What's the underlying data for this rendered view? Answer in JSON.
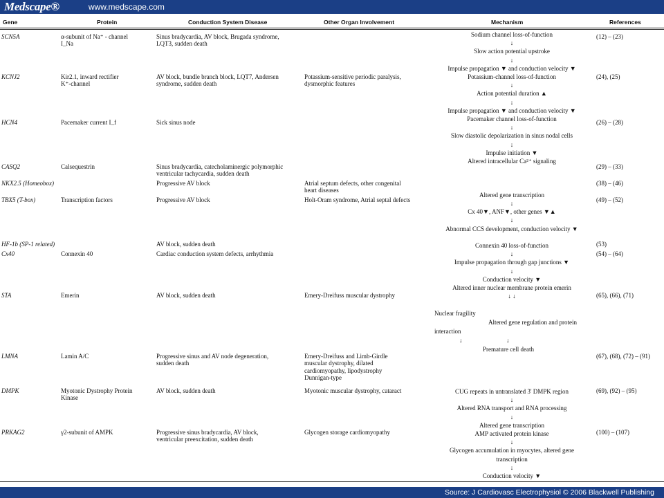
{
  "header": {
    "logo": "Medscape®",
    "url": "www.medscape.com"
  },
  "columns": [
    "Gene",
    "Protein",
    "Conduction System Disease",
    "Other Organ Involvement",
    "Mechanism",
    "References"
  ],
  "rows": [
    {
      "gene": "SCN5A",
      "protein": "α-subunit of Na⁺ - channel\nI_Na",
      "disease": "Sinus bradycardia, AV block, Brugada syndrome,\nLQT3, sudden death",
      "other": "",
      "refs": "(12) – (23)"
    },
    {
      "gene": "KCNJ2",
      "protein": "Kir2.1, inward rectifier\nK⁺-channel",
      "disease": "AV block, bundle branch block, LQT7, Andersen\nsyndrome, sudden death",
      "other": "Potassium-sensitive periodic paralysis,\ndysmorphic features",
      "refs": "(24), (25)"
    },
    {
      "gene": "HCN4",
      "protein": "Pacemaker current I_f",
      "disease": "Sick sinus node",
      "other": "",
      "refs": "(26) – (28)"
    },
    {
      "gene": "CASQ2",
      "protein": "Calsequestrin",
      "disease": "Sinus bradycardia, catecholaminergic polymorphic\nventricular tachycardia, sudden death",
      "other": "",
      "refs": "(29) – (33)"
    },
    {
      "gene": "NKX2.5 (Homeobox)",
      "protein": "",
      "disease": "Progressive AV block",
      "other": "Atrial septum defects, other congenital\nheart diseases",
      "refs": "(38) – (46)"
    },
    {
      "gene": "TBX5 (T-box)",
      "protein": "Transcription factors",
      "disease": "Progressive AV block",
      "other": "Holt-Oram syndrome, Atrial septal defects",
      "refs": "(49) – (52)"
    },
    {
      "gene": "HF-1b (SP-1 related)",
      "protein": "",
      "disease": "AV block, sudden death",
      "other": "",
      "refs": "(53)"
    },
    {
      "gene": "Cx40",
      "protein": "Connexin 40",
      "disease": "Cardiac conduction system defects, arrhythmia",
      "other": "",
      "refs": "(54) – (64)"
    },
    {
      "gene": "STA",
      "protein": "Emerin",
      "disease": "AV block, sudden death",
      "other": "Emery-Dreifuss muscular dystrophy",
      "refs": "(65), (66), (71)"
    },
    {
      "gene": "LMNA",
      "protein": "Lamin A/C",
      "disease": "Progressive sinus and AV node degeneration,\nsudden death",
      "other": "Emery-Dreifuss and Limb-Girdle\nmuscular dystrophy, dilated\ncardiomyopathy, lipodystrophy\nDunnigan-type",
      "refs": "(67), (68), (72) – (91)"
    },
    {
      "gene": "DMPK",
      "protein": "Myotonic Dystrophy Protein\nKinase",
      "disease": "AV block, sudden death",
      "other": "Myotonic muscular dystrophy, cataract",
      "refs": "(69), (92) – (95)"
    },
    {
      "gene": "PRKAG2",
      "protein": "γ2-subunit of AMPK",
      "disease": "Progressive sinus bradycardia, AV block,\nventricular preexcitation, sudden death",
      "other": "Glycogen storage cardiomyopathy",
      "refs": "(100) – (107)"
    }
  ],
  "mechanism": [
    "Sodium channel loss-of-function",
    "↓",
    "Slow action potential upstroke",
    "↓",
    "Impulse propagation ▼ and conduction velocity ▼",
    "Potassium-channel loss-of-function",
    "↓",
    "Action potential duration ▲",
    "↓",
    "Impulse propagation ▼ and conduction velocity ▼",
    "Pacemaker channel loss-of-function",
    "↓",
    "Slow diastolic depolarization in sinus nodal cells",
    "↓",
    "Impulse initiation ▼",
    "Altered intracellular Ca²⁺ signaling",
    "",
    "",
    "",
    "Altered gene transcription",
    "↓",
    "Cx 40▼, ANF▼, other genes ▼▲",
    "↓",
    "Abnormal CCS development, conduction velocity ▼",
    "",
    "Connexin 40 loss-of-function",
    "↓",
    "Impulse propagation through gap junctions ▼",
    "↓",
    "Conduction velocity ▼",
    "Altered inner nuclear membrane protein emerin",
    "↓                          ↓"
  ],
  "sta_notes": {
    "fragility": "Nuclear fragility",
    "regulation": "Altered gene regulation and protein",
    "interaction": "interaction",
    "arrow": "↓",
    "death": "Premature cell death"
  },
  "mechanism_tail": [
    "CUG repeats in untranslated 3' DMPK region",
    "↓",
    "Altered RNA transport and RNA processing",
    "↓",
    "Altered gene transcription",
    "AMP activated protein kinase",
    "↓",
    "Glycogen accumulation in myocytes, altered gene",
    "transcription",
    "↓",
    "Conduction velocity ▼"
  ],
  "footer": {
    "source": "Source: J Cardiovasc Electrophysiol © 2006 Blackwell Publishing"
  },
  "colors": {
    "bar": "#1b3f86",
    "text": "#111111"
  }
}
